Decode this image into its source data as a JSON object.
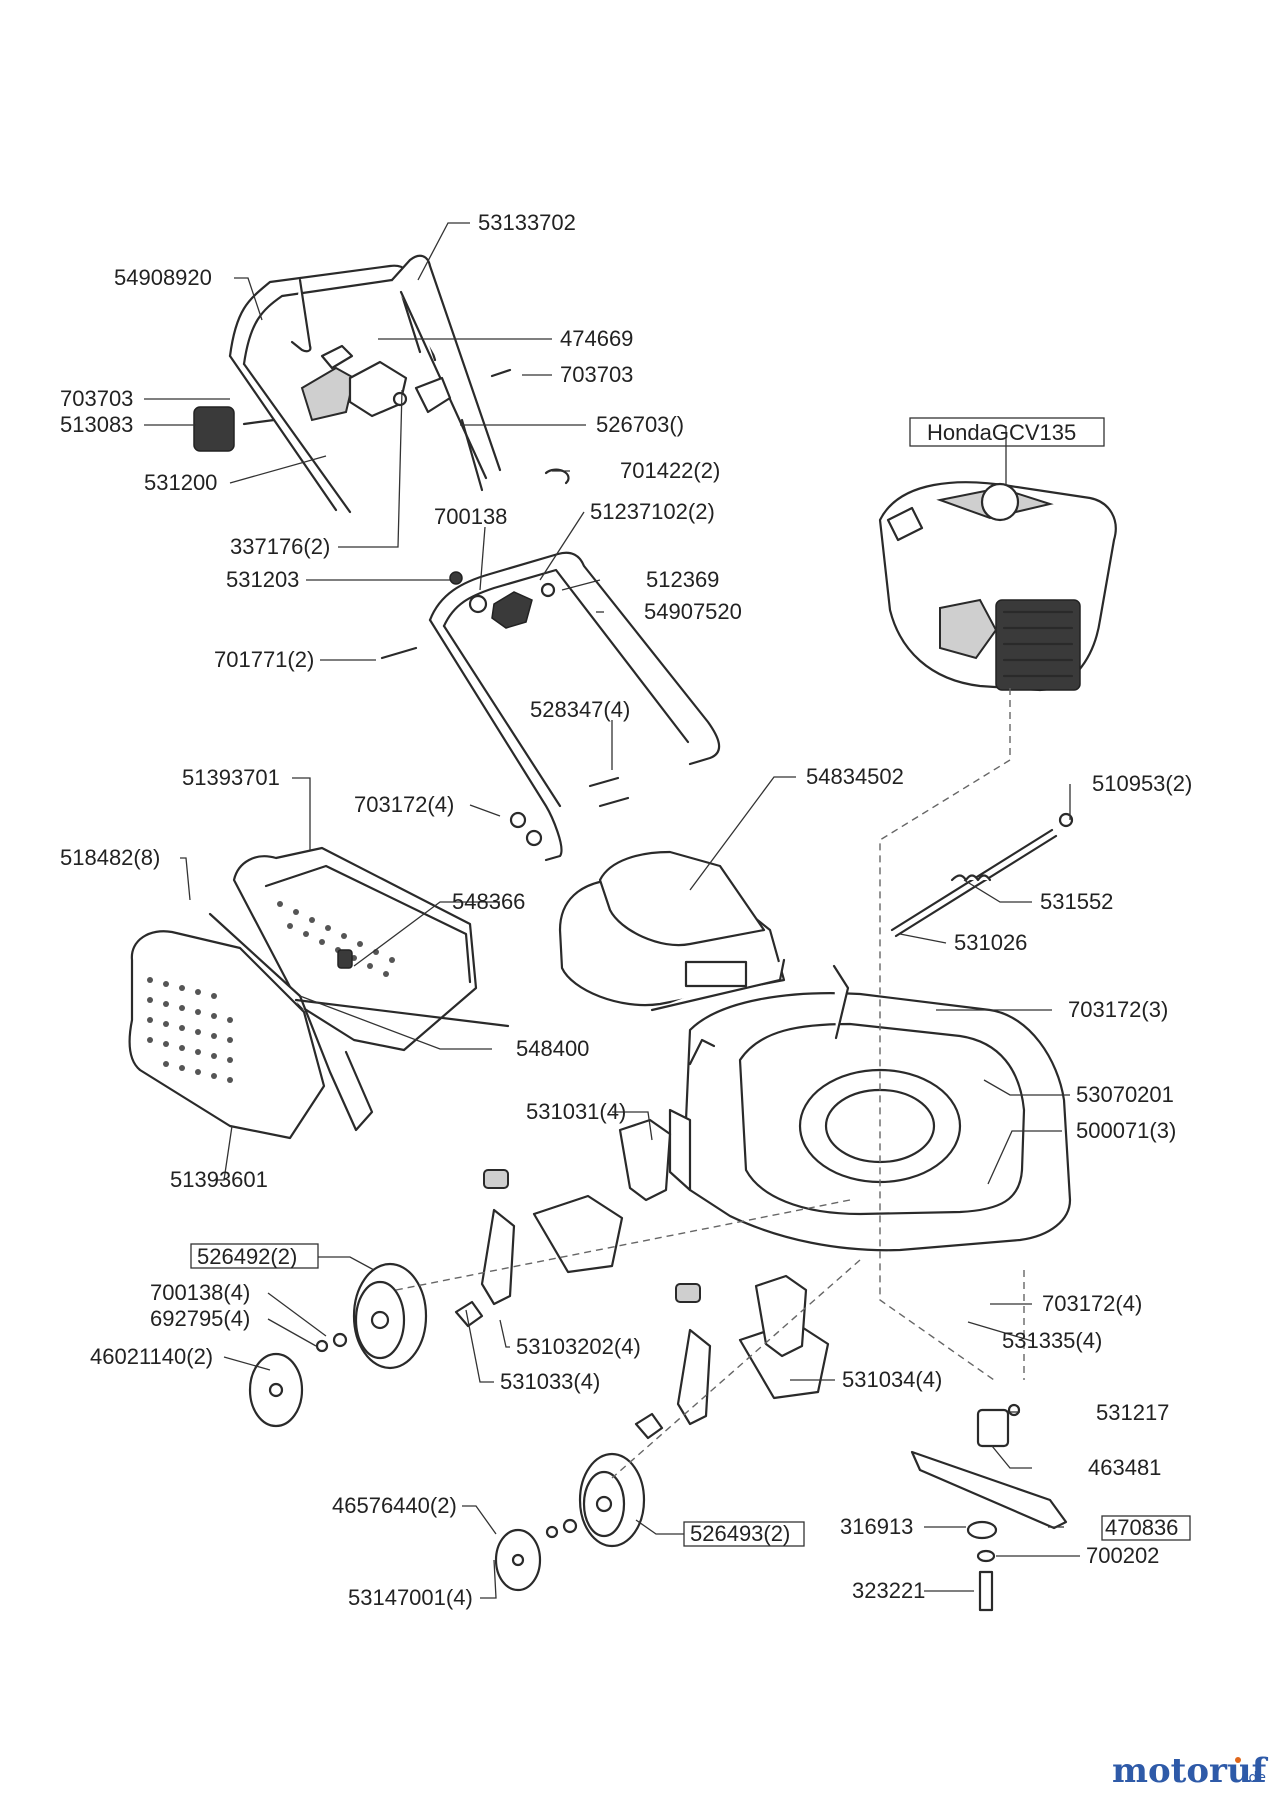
{
  "engine_label": "HondaGCV135",
  "parts": {
    "handle_upper": "54908920",
    "top_bar": "53133702",
    "cable": "474669",
    "screw_top": "703703",
    "screw_left": "703703",
    "switch_box": "513083",
    "bracket": "526703()",
    "lever": "531200",
    "clip_ring": "701422(2)",
    "screw_pair": "337176(2)",
    "washer_top": "700138",
    "knob": "51237102(2)",
    "rope_guide": "531203",
    "cam": "512369",
    "handle_lower": "54907520",
    "bolt_handle": "701771(2)",
    "screws_bottom": "528347(4)",
    "nuts_handle": "703172(4)",
    "grass_box_top": "51393701",
    "rivets": "518482(8)",
    "guard_flap": "54834502",
    "bar_spring": "548366",
    "washer_axle": "510953(2)",
    "spring": "531552",
    "axle": "531026",
    "rod": "548400",
    "nut_deck": "703172(3)",
    "deck": "53070201",
    "deck_bolts": "500071(3)",
    "grass_box_bottom": "51393601",
    "height_plate": "531031(4)",
    "wheel_front": "526492(2)",
    "washer_wheel": "700138(4)",
    "ring_wheel": "692795(4)",
    "hubcap_front": "46021140(2)",
    "bracket_front": "53103202(4)",
    "nut_rear": "703172(4)",
    "washer_rear": "531335(4)",
    "bolt_wheel": "531033(4)",
    "bracket_rear": "531034(4)",
    "key": "531217",
    "blade_adapter": "463481",
    "hubcap_rear": "46576440(2)",
    "wheel_rear": "526493(2)",
    "spacer": "316913",
    "blade": "470836",
    "lock_washer": "700202",
    "screw_cap": "53147001(4)",
    "blade_bolt": "323221"
  },
  "watermark": {
    "text": "motoruf",
    "suffix": ".de"
  },
  "colors": {
    "line": "#2a2a2a",
    "brand_text": "#2e5aa8",
    "brand_dot": "#e0671b"
  }
}
